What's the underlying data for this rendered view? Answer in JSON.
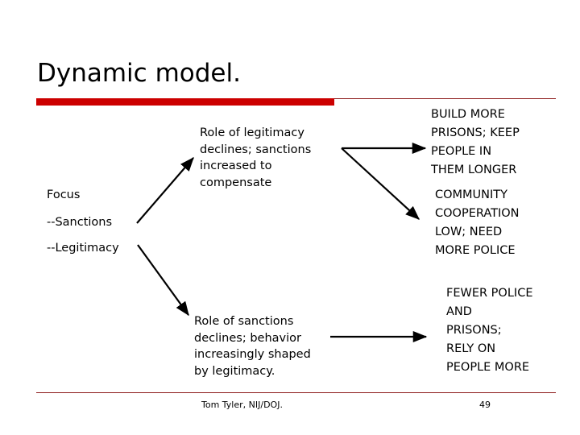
{
  "slide": {
    "title": "Dynamic model.",
    "accent_color_bar": "#cc0000",
    "accent_color_rule": "#8c1a1a",
    "background": "#ffffff",
    "text_color": "#000000"
  },
  "left_column": {
    "heading": "Focus",
    "items": [
      {
        "label": "--Sanctions"
      },
      {
        "label": "--Legitimacy"
      }
    ]
  },
  "middle_column": {
    "blocks": [
      {
        "name": "legitimacy-declines",
        "lines": [
          "Role of legitimacy",
          "declines; sanctions",
          "increased to",
          "compensate"
        ]
      },
      {
        "name": "sanctions-declines",
        "lines": [
          "Role of sanctions",
          "declines; behavior",
          "increasingly shaped",
          "by legitimacy."
        ]
      }
    ]
  },
  "right_column": {
    "blocks": [
      {
        "name": "build-more-prisons",
        "lines": [
          "BUILD MORE",
          "PRISONS; KEEP",
          "PEOPLE IN",
          "THEM LONGER"
        ]
      },
      {
        "name": "community-cooperation-low",
        "lines": [
          "COMMUNITY",
          "COOPERATION",
          "LOW; NEED",
          "MORE POLICE"
        ]
      },
      {
        "name": "fewer-police-and-prisons",
        "lines": [
          "FEWER POLICE",
          "AND",
          "PRISONS;",
          "RELY ON",
          "PEOPLE MORE"
        ]
      }
    ]
  },
  "arrows": [
    {
      "name": "sanctions-to-legitimacy-declines",
      "direction": "up-right"
    },
    {
      "name": "legitimacy-to-sanctions-declines",
      "direction": "down-right"
    },
    {
      "name": "legitimacy-declines-to-build-prisons",
      "direction": "right"
    },
    {
      "name": "legitimacy-declines-to-community-cooperation",
      "direction": "down-right"
    },
    {
      "name": "sanctions-declines-to-fewer-police",
      "direction": "right"
    }
  ],
  "footer": {
    "credit": "Tom Tyler, NIJ/DOJ.",
    "page_number": "49"
  }
}
